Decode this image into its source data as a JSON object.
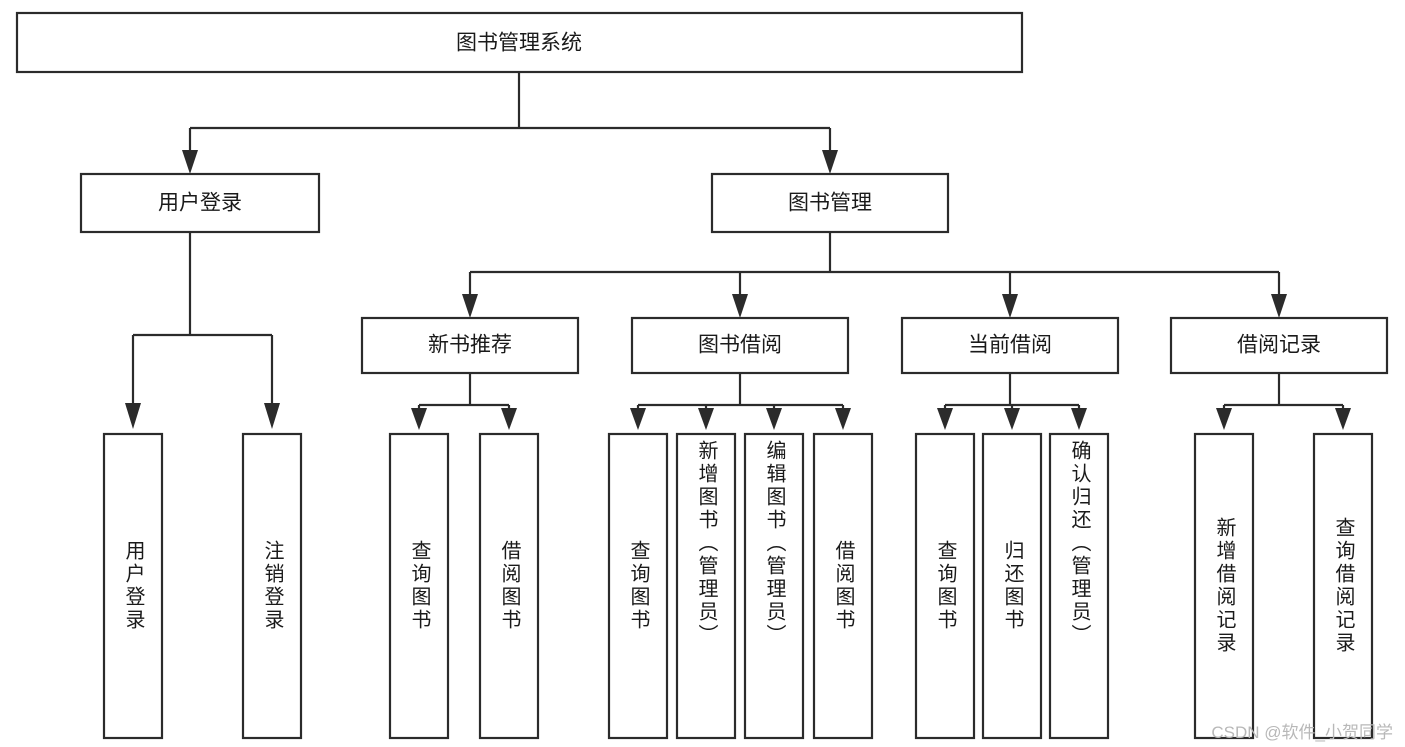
{
  "diagram": {
    "type": "hierarchy-tree",
    "title": "图书管理系统",
    "watermark": "CSDN @软件_小贺同学",
    "colors": {
      "box_stroke": "#2b2b2b",
      "box_fill": "#ffffff",
      "text": "#1a1a1a",
      "background": "#ffffff",
      "watermark": "#b8b8b8"
    },
    "root": {
      "label": "图书管理系统"
    },
    "level2": [
      {
        "label": "用户登录"
      },
      {
        "label": "图书管理"
      }
    ],
    "level3": [
      {
        "label": "新书推荐"
      },
      {
        "label": "图书借阅"
      },
      {
        "label": "当前借阅"
      },
      {
        "label": "借阅记录"
      }
    ],
    "leaves": {
      "user_login": [
        {
          "label": "用户登录"
        },
        {
          "label": "注销登录"
        }
      ],
      "new_book": [
        {
          "label": "查询图书"
        },
        {
          "label": "借阅图书"
        }
      ],
      "book_borrow": [
        {
          "label": "查询图书"
        },
        {
          "label": "新增图书（管理员）"
        },
        {
          "label": "编辑图书（管理员）"
        },
        {
          "label": "借阅图书"
        }
      ],
      "current_borrow": [
        {
          "label": "查询图书"
        },
        {
          "label": "归还图书"
        },
        {
          "label": "确认归还（管理员）"
        }
      ],
      "borrow_record": [
        {
          "label": "新增借阅记录"
        },
        {
          "label": "查询借阅记录"
        }
      ]
    }
  }
}
